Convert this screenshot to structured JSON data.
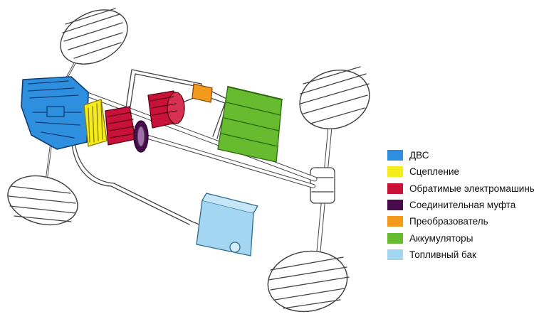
{
  "legend": [
    {
      "label": "ДВС",
      "color": "#2e8fde"
    },
    {
      "label": "Сцепление",
      "color": "#f5ec1c"
    },
    {
      "label": "Обратимые электромашины",
      "color": "#c8123a"
    },
    {
      "label": "Соединительная муфта",
      "color": "#4a0a4e"
    },
    {
      "label": "Преобразователь",
      "color": "#f39a1c"
    },
    {
      "label": "Аккумуляторы",
      "color": "#66bb2e"
    },
    {
      "label": "Топливный бак",
      "color": "#a4d6f2"
    }
  ],
  "components": {
    "engine": {
      "color": "#2e8fde",
      "icon": "engine-icon"
    },
    "clutch": {
      "color": "#f5ec1c",
      "icon": "clutch-icon"
    },
    "motor_generator": {
      "color": "#c8123a",
      "icon": "electric-motor-icon"
    },
    "coupling": {
      "color": "#4a0a4e",
      "icon": "coupling-icon"
    },
    "inverter": {
      "color": "#f39a1c",
      "icon": "inverter-icon"
    },
    "battery": {
      "color": "#66bb2e",
      "icon": "battery-icon"
    },
    "fuel_tank": {
      "color": "#a4d6f2",
      "icon": "fuel-tank-icon"
    }
  }
}
